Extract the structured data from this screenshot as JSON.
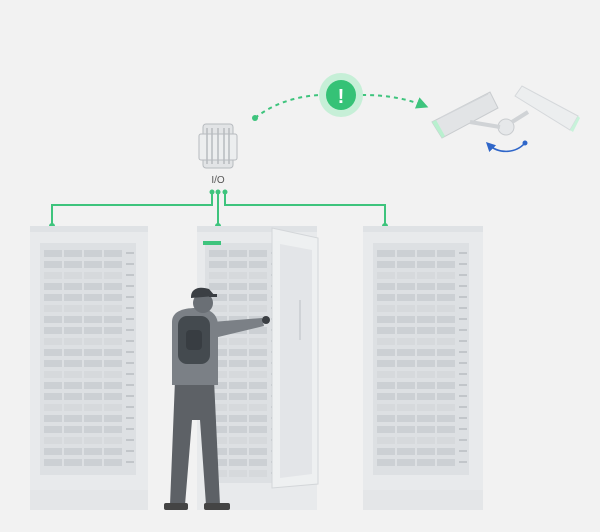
{
  "io_module": {
    "label": "I/O",
    "icon": "io-module-icon"
  },
  "alert": {
    "icon": "exclamation-icon",
    "symbol": "!"
  },
  "camera": {
    "icon": "security-camera-icon"
  },
  "colors": {
    "background": "#f2f2f2",
    "connection_line": "#3ec47d",
    "alert_fill": "#35c276",
    "alert_halo": "#c6efd7",
    "rack_body": "#e8eaec",
    "rack_face": "#dde0e3",
    "drive_bay": "#cdd1d5",
    "technician_body": "#5d6166",
    "rotate_arrow": "#2f66c9"
  },
  "scene": {
    "server_racks": 3,
    "open_rack_index": 2,
    "technician": "person-opening-server-rack"
  }
}
